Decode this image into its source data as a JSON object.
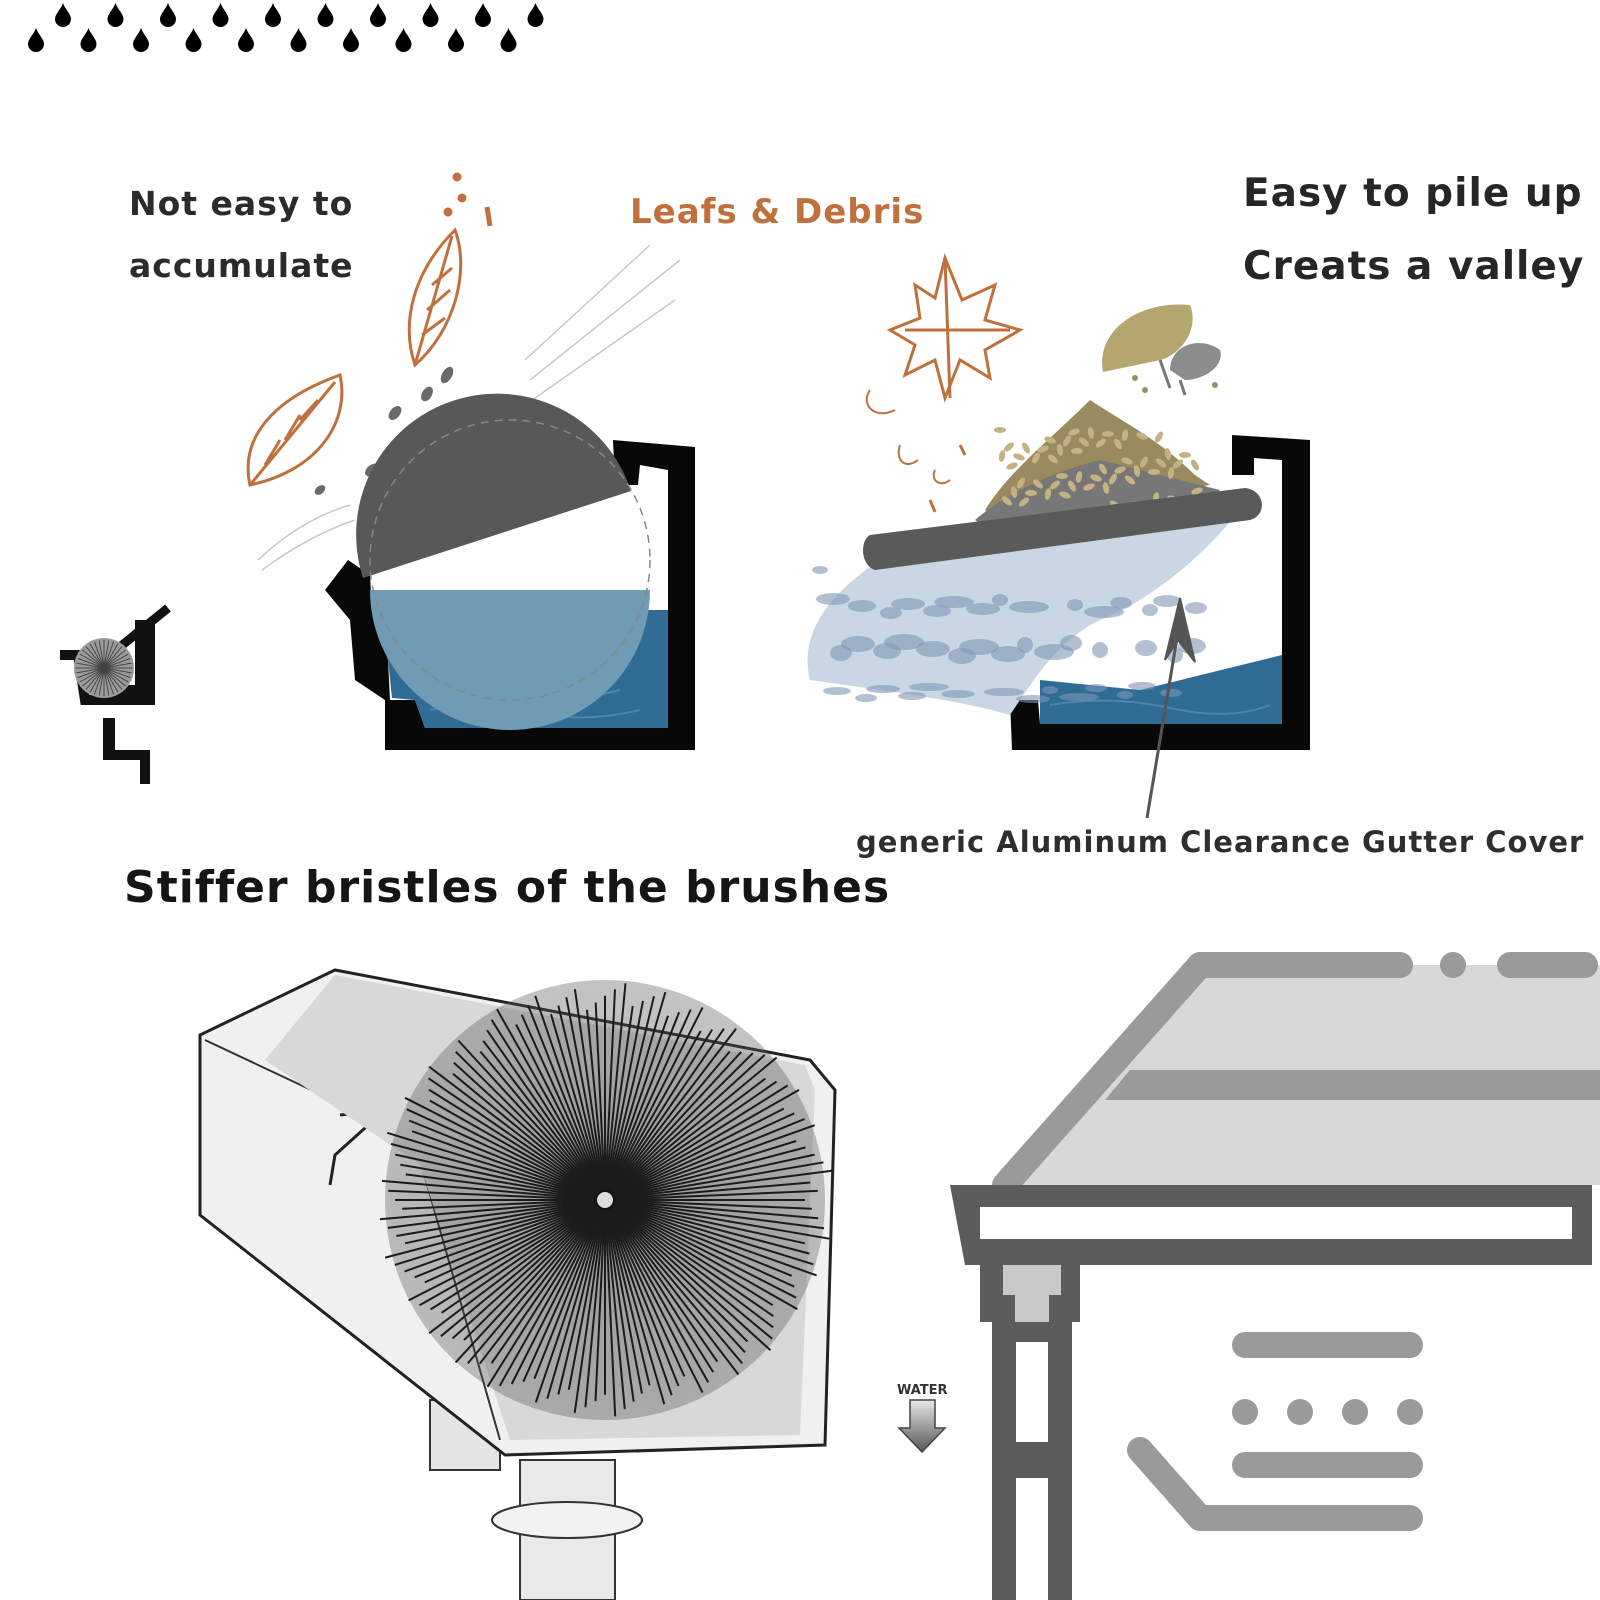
{
  "labels": {
    "left_line1": "Not easy to",
    "left_line2": "accumulate",
    "leafs_debris": "Leafs & Debris",
    "right_line1": "Easy to pile up",
    "right_line2": "Creats a valley",
    "generic_cover": "generic Aluminum Clearance Gutter Cover",
    "stiffer_bristles": "Stiffer bristles of the brushes",
    "water": "WATER"
  },
  "icons": [
    "raindrop-icon",
    "leaf-icon",
    "ginkgo-leaf-icon",
    "maple-leaf-icon",
    "down-arrow-icon"
  ],
  "colors": {
    "accent_orange": "#c0703c",
    "water_blue": "#2f6b93",
    "water_light": "#6f9bb4",
    "gutter_black": "#0a0a0a",
    "cover_gray": "#5a5a5a",
    "roof_gray": "#d8d8d8",
    "frame_gray": "#5c5c5c"
  }
}
